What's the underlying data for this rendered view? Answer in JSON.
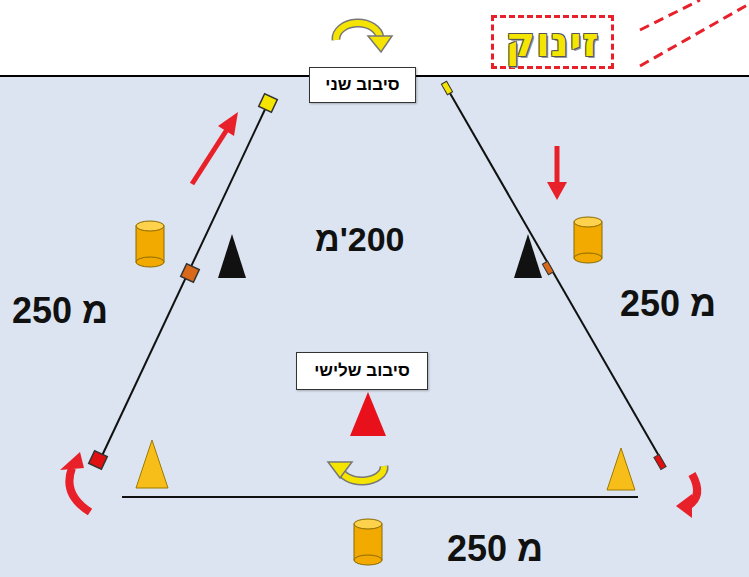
{
  "diagram": {
    "nodes": [
      {
        "text": [
          "סיבוב שני"
        ]
      },
      {
        "text": [
          "זינוק"
        ]
      },
      {
        "text": [
          "סיבוב שלישי"
        ]
      }
    ],
    "labels": [
      "מ'200",
      "250 מ",
      "250 מ",
      "250 מ"
    ]
  }
}
